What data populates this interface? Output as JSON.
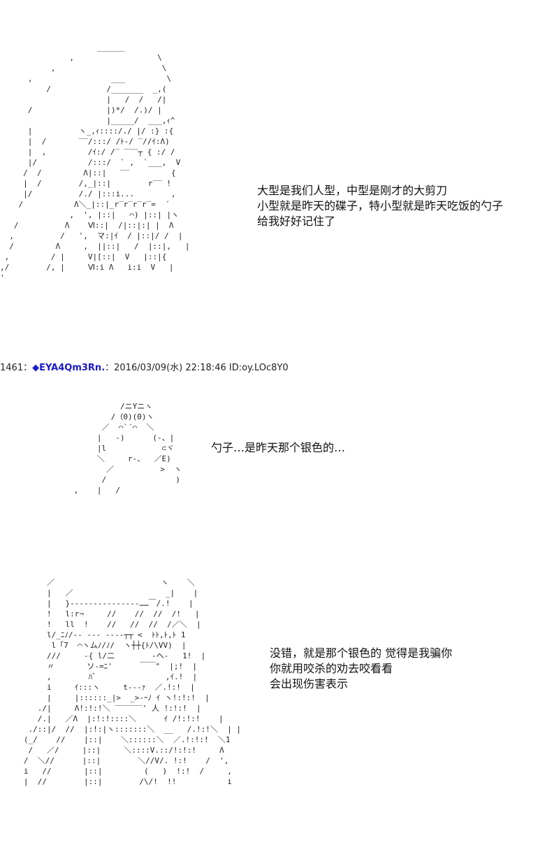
{
  "art1": [
    "                     ______",
    "               ,                  \\",
    "           ,                       \\",
    "      ,                 ___         \\",
    "          /            /_______  _,(",
    "                       |   /  /   /|",
    "      /                |)*/  /.)/ |",
    "                       |_____/  ___,ｨ^",
    "      |          ヽ_,ｨ::::/./ |/ :} :{",
    "      |  /       ‾‾/:::/ /ﾄ-/ ‾//ｲ:Λ)",
    "      |  ,         /ｲ:/ /‾ ‾‾‾┬ { :/ /",
    "      |/           /:::/  ` ,  `___,  V",
    "     /  /         Λ|::|   ‾‾         {",
    "     |  /        /,_|::|        r‾‾ !",
    "     |/          /./ |:::i...        ,",
    "    /           Λ＼_|::|_r‾r‾r‾r‾=  ´",
    "               ,  ', |::|   ⌒) |::| |ヽ",
    "   /          Λ    Ⅵ::|  /|::|:| |  Λ",
    "  ,          /   ',  マ:|ｲ  / |::|/ /  |",
    "  /         Λ     ,  ||::|   /  |::|,   |",
    " ,         / |     V|[::|  V   |::|{",
    ",/        /, |     Ⅵ:i Λ   i:i  V   |",
    "'"
  ],
  "caption1": [
    "大型是我们人型，中型是刚才的大剪刀",
    "小型就是昨天的碟子，特小型就是昨天吃饭的勺子",
    "给我好好记住了"
  ],
  "post": {
    "number": "1461",
    "separator": "：",
    "diamond": "◆",
    "name": "EYA4Qm3Rn",
    "name_suffix": ".",
    "meta": "：2016/03/09(水) 22:18:46 ID:oy.LOc8Y0"
  },
  "art2": [
    "                /ニYニヽ",
    "              /（0)(0)ヽ",
    "            ／  ⌒`´⌒  ＼",
    "           |   -)      (-、|",
    "           |l            ⊂ヾ",
    "           ＼     r‐、  ／E)",
    "             ／          >  ヽ",
    "            /               )",
    "      ,    |   /"
  ],
  "caption2": [
    "勺子…是昨天那个银色的…"
  ],
  "art3": [
    "        ／                       ヽ    ＼",
    "        |   ／                    _|    |",
    "        |   }‐‐‐‐‐‐‐‐‐‐‐‐‐‐‐……￣/.!    |",
    "        !   l:r¬     //    //  //  /!   |",
    "        !   ll  !    //   //  //  /／＼  |",
    "        l/_ﾆﾉ/‐‐ ‐‐‐ ‐‐‐‐┬┬ <  ﾄﾄ,ﾄ,ﾄ 1",
    "         l「7  ⌒ヽムﾉ/ﾉ/  ヽ┼┼{ﾄ/\\VV)  |",
    "        ///     -{ l/二        ‐ヘ-   1!  |",
    "        〃       ソ‐=ﾆ'      ￣￣\"  |;!  |",
    "        ,        ﾊﾞ               ,ｲ.!  |",
    "        i     ｲ:::ヽ     t‐‐-ｧ  ／.!:!  |",
    "        |     |::::::_|>  _>-ｰﾉ ｲ ヽ!:!:!  |",
    "      ./|     Λ!:!:!＼ ‾‾‾‾‾‾' 人 !:!:!  |",
    "      /.|   ／Λ  |:!:!::::＼      ｲ /!:!:!    |",
    "    ./::|/  //  |:!:|ヽ:::::::＼  __   /.!:!＼  | |",
    "   (_/    //    |::|    ＼::::::＼  ／.!:!:!  ＼1",
    "    /   ／/     |::|     ＼::::V.::/!:!:!     Λ",
    "   /  ＼//      |::|        ＼//V/. !:!    /  ',",
    "   i   //       |::|         (   )  !:!  /     ,",
    "   |  //        |::|        /\\/!  !!           i"
  ],
  "caption3": [
    "没错，就是那个银色的 觉得是我骗你",
    "你就用咬杀的劝去咬看看",
    "会出现伤害表示"
  ]
}
